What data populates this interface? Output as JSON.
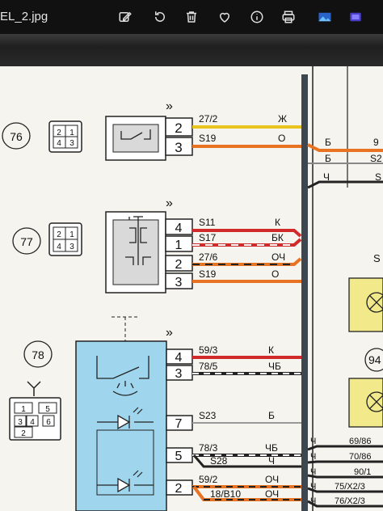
{
  "window": {
    "title": "EL_2.jpg"
  },
  "toolbar": {
    "icons": [
      "edit-icon",
      "rotate-icon",
      "delete-icon",
      "favorite-icon",
      "info-icon",
      "print-icon",
      "photo-icon",
      "gallery-icon"
    ]
  },
  "components": [
    {
      "id": "76",
      "connector": [
        "2",
        "1",
        "4",
        "3"
      ]
    },
    {
      "id": "77",
      "connector": [
        "2",
        "1",
        "4",
        "3"
      ]
    },
    {
      "id": "78",
      "connector": [
        "1",
        "5",
        "3",
        "4",
        "6",
        "2"
      ]
    }
  ],
  "pins": {
    "c76": [
      "2",
      "3"
    ],
    "c77": [
      "4",
      "1",
      "2",
      "3"
    ],
    "c78": [
      "4",
      "3",
      "7",
      "5",
      "2"
    ]
  },
  "wires": {
    "w76_2": {
      "code": "27/2",
      "color": "Ж"
    },
    "w76_3": {
      "code": "S19",
      "color": "О"
    },
    "w77_4": {
      "code": "S11",
      "color": "К"
    },
    "w77_1": {
      "code": "S17",
      "color": "БК"
    },
    "w77_2": {
      "code": "27/6",
      "color": "ОЧ"
    },
    "w77_3": {
      "code": "S19",
      "color": "О"
    },
    "w78_4": {
      "code": "59/3",
      "color": "К"
    },
    "w78_3": {
      "code": "78/5",
      "color": "ЧБ"
    },
    "w78_7": {
      "code": "S23",
      "color": "Б"
    },
    "w78_5": {
      "code": "78/3",
      "color": "ЧБ"
    },
    "w78_s28": {
      "code": "S28",
      "color": "Ч"
    },
    "w78_2": {
      "code": "59/2",
      "color": "ОЧ"
    },
    "w78_b10": {
      "code": "18/В10",
      "color": "ОЧ"
    }
  },
  "right_labels": [
    {
      "color": "Б",
      "code": "9"
    },
    {
      "color": "Б",
      "code": "S2"
    },
    {
      "color": "Ч",
      "code": "S"
    }
  ],
  "bottom_right": [
    {
      "color": "Ч",
      "code": "69/86"
    },
    {
      "color": "Ч",
      "code": "70/86"
    },
    {
      "color": "Ч",
      "code": "90/1"
    },
    {
      "color": "Ч",
      "code": "75/Х2/3"
    },
    {
      "color": "Ч",
      "code": "76/Х2/3"
    }
  ],
  "right_misc": {
    "num": "94"
  }
}
